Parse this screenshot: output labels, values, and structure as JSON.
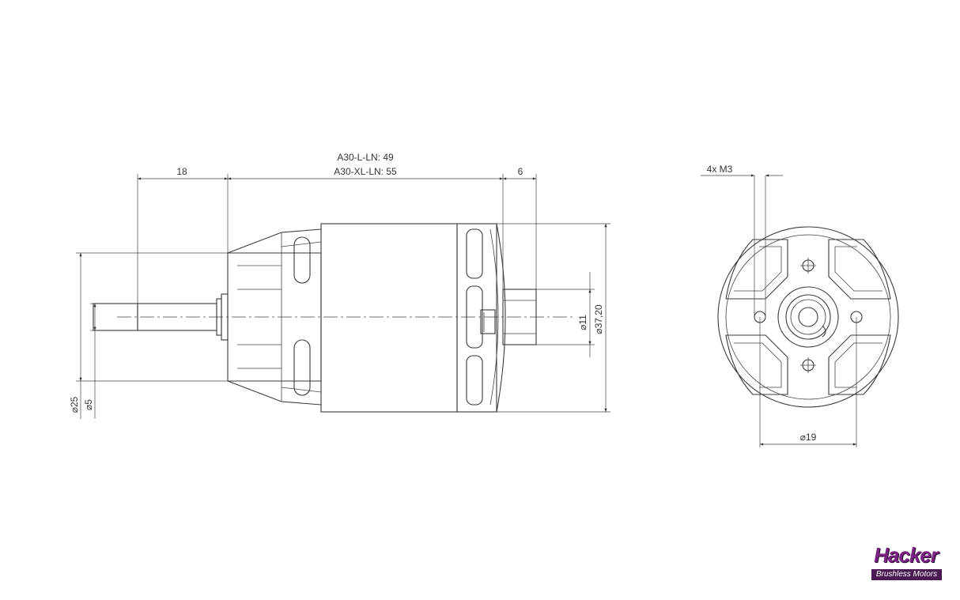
{
  "dimensions": {
    "shaft_length": "18",
    "body_length_l": "A30-L-LN: 49",
    "body_length_xl": "A30-XL-LN: 55",
    "hub_length": "6",
    "mount_diameter": "⌀25",
    "shaft_diameter": "⌀5",
    "hub_diameter": "⌀11",
    "body_diameter": "⌀37,20",
    "mount_holes": "4x M3",
    "bolt_circle": "⌀19"
  },
  "logo": {
    "wordmark": "Hacker",
    "subtitle": "Brushless Motors",
    "color": "#7a2182"
  }
}
